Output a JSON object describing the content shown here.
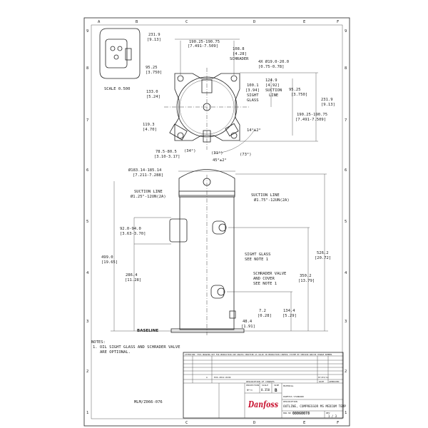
{
  "frame": {
    "columns_top": [
      "A",
      "B",
      "C",
      "D",
      "E",
      "F"
    ],
    "columns_bottom": [
      "C",
      "D",
      "E",
      "F"
    ],
    "rows": [
      "9",
      "8",
      "7",
      "6",
      "5",
      "4",
      "3",
      "2",
      "1"
    ]
  },
  "inset": {
    "scale": "SCALE  0.500"
  },
  "top_view": {
    "d1": "231.9",
    "d1i": "[9.13]",
    "d2": "190.25-190.75",
    "d2i": "[7.491-7.509]",
    "d3": "108.8",
    "d3i": "[4.28]",
    "d3l": "SCHRADER",
    "d4": "4X Ø19.0-20.0",
    "d4i": "[0.75-0.78]",
    "d5": "95.25",
    "d5i": "[3.750]",
    "d6": "124.9",
    "d6i": "[4.92]",
    "d6l1": "SUCTION",
    "d6l2": "LINE",
    "d7": "100.1",
    "d7i": "[3.94]",
    "d7l1": "SIGHT",
    "d7l2": "GLASS",
    "d8": "95.25",
    "d8i": "[3.750]",
    "d9": "133.0",
    "d9i": "[5.24]",
    "d10": "231.9",
    "d10i": "[9.13]",
    "d11": "190.25-190.75",
    "d11i": "[7.491-7.509]",
    "d12": "119.3",
    "d12i": "[4.70]",
    "a1": "14°±2°",
    "d13": "78.5-80.5",
    "d13i": "[3.10-3.17]",
    "a2": "(34°)",
    "a3": "(31°)",
    "a4": "(73°)",
    "a5": "45°±2°"
  },
  "side_view": {
    "dia": "Ø183.14-185.14",
    "diai": "[7.211-7.288]",
    "suct1a": "SUCTION LINE",
    "suct1b": "Ø1.25\"-12UN(2A)",
    "suct2a": "SUCTION LINE",
    "suct2b": "Ø1.75\"-12UN(2A)",
    "d1": "92.0-94.0",
    "d1i": "[3.63-3.70]",
    "d2": "499.0",
    "d2i": "[19.65]",
    "d3": "286.4",
    "d3i": "[11.28]",
    "sg1": "SIGHT GLASS",
    "sg2": "SEE NOTE 1",
    "sv1": "SCHRADER VALVE",
    "sv2": "AND COVER",
    "sv3": "SEE NOTE 1",
    "d4": "526.2",
    "d4i": "[20.72]",
    "d5": "350.2",
    "d5i": "[13.79]",
    "d6": "134.4",
    "d6i": "[5.29]",
    "d7": "7.2",
    "d7i": "[0.28]",
    "d8": "48.4",
    "d8i": "[1.91]",
    "baseline": "BASELINE"
  },
  "notes": {
    "title": "NOTES:",
    "n1a": "1. OIL SIGHT GLASS AND SCHRADER VALVE",
    "n1b": "ARE OPTIONAL."
  },
  "model_ref": "MLM/Z066-076",
  "title_block": {
    "attention": "ATTENTION: THIS DRAWING NOT FOR PRODUCTION USE UNLESS VERIFIED AS VALID IN PRODUCTION CONTROL SYSTEM BY VERSION AND/OR CHANGE NUMBER.",
    "rev_letter": "A",
    "ecr": "ECR-2012-0249",
    "rev_date": "07/03/12",
    "description_header": "DESCRIPTION OF CHANGES",
    "date_header": "DATE",
    "approved_header": "APPROVED",
    "projection_label": "PROJECTION",
    "scale_label": "SCALE",
    "scale_value": "0.350",
    "size_label": "SIZE",
    "size_value": "B",
    "material_label": "MATERIAL",
    "standard": "DANFOSS STANDARD",
    "description_label": "DESCRIPTION",
    "description": "OUTLINE, COMPRESSOR MS MEDIUM TEMP",
    "brand": "Danfoss",
    "dwg_no_label": "DWG NO",
    "dwg_no": "08060078",
    "sheet": "1 / 3",
    "rev_label": "REV"
  },
  "colors": {
    "brand": "#c8102e",
    "line": "#222222"
  }
}
